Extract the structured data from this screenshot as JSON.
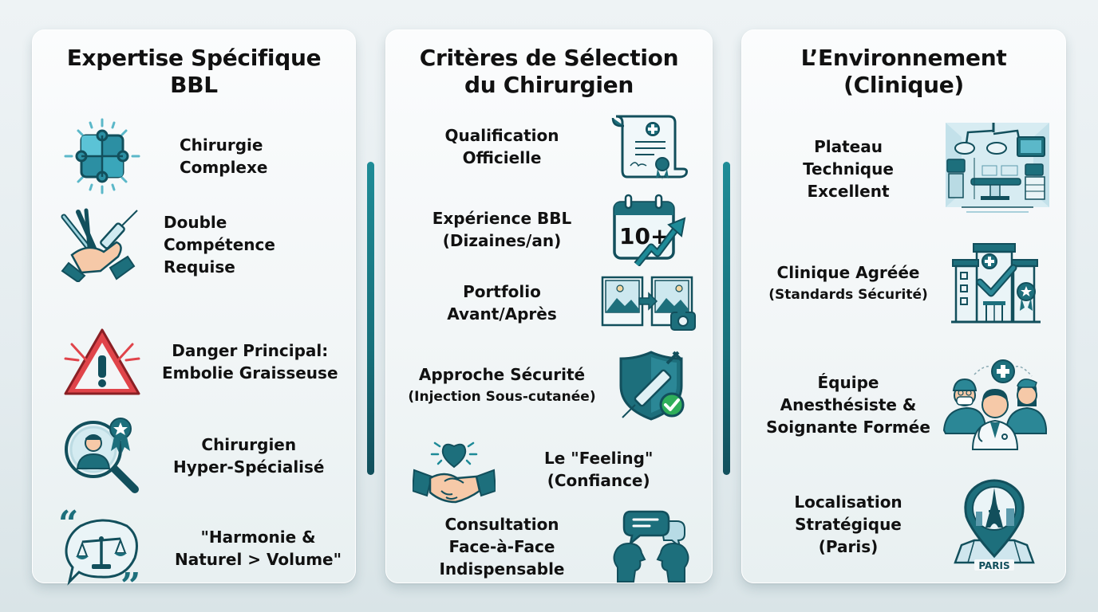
{
  "colors": {
    "teal_dark": "#124f5c",
    "teal": "#1d6f7c",
    "teal_light": "#5bb8c9",
    "divider": "#17707b",
    "danger_red": "#e0444a",
    "check_green": "#2fae5a",
    "skin": "#f6c9a8",
    "text": "#111111",
    "background": "#e8eff1",
    "panel": "#f6f9fa"
  },
  "columns": [
    {
      "title_lines": [
        "Expertise Spécifique",
        "BBL"
      ],
      "items": [
        {
          "icon": "puzzle-icon",
          "lines": [
            "Chirurgie",
            "Complexe"
          ]
        },
        {
          "icon": "surgical-tools-syringe-hands-icon",
          "lines": [
            "Double",
            "Compétence",
            "Requise"
          ]
        },
        {
          "icon": "warning-triangle-icon",
          "lines": [
            "Danger Principal:",
            "Embolie Graisseuse"
          ]
        },
        {
          "icon": "magnifier-surgeon-award-icon",
          "lines": [
            "Chirurgien",
            "Hyper-Spécialisé"
          ]
        },
        {
          "icon": "quote-balance-scale-icon",
          "lines": [
            "\"Harmonie &",
            "Naturel > Volume\""
          ]
        }
      ]
    },
    {
      "title_lines": [
        "Critères de Sélection",
        "du Chirurgien"
      ],
      "items": [
        {
          "icon": "diploma-certificate-icon",
          "lines": [
            "Qualification",
            "Officielle"
          ]
        },
        {
          "icon": "calendar-growth-icon",
          "lines": [
            "Expérience BBL",
            "(Dizaines/an)"
          ],
          "icon_text": "10+"
        },
        {
          "icon": "before-after-photos-icon",
          "lines": [
            "Portfolio",
            "Avant/Après"
          ]
        },
        {
          "icon": "shield-syringe-check-icon",
          "lines": [
            "Approche Sécurité",
            "(Injection Sous-cutanée)"
          ]
        },
        {
          "icon": "handshake-heart-icon",
          "lines": [
            "Le \"Feeling\"",
            "(Confiance)"
          ]
        },
        {
          "icon": "face-to-face-chat-icon",
          "lines": [
            "Consultation",
            "Face-à-Face",
            "Indispensable"
          ]
        }
      ]
    },
    {
      "title_lines": [
        "L’Environnement",
        "(Clinique)"
      ],
      "items": [
        {
          "icon": "operating-room-icon",
          "lines": [
            "Plateau",
            "Technique",
            "Excellent"
          ]
        },
        {
          "icon": "accredited-hospital-icon",
          "lines": [
            "Clinique Agréée",
            "(Standards Sécurité)"
          ]
        },
        {
          "icon": "medical-team-icon",
          "lines": [
            "Équipe",
            "Anesthésiste &",
            "Soignante Formée"
          ]
        },
        {
          "icon": "paris-location-pin-icon",
          "lines": [
            "Localisation",
            "Stratégique",
            "(Paris)"
          ],
          "icon_text": "PARIS"
        }
      ]
    }
  ]
}
